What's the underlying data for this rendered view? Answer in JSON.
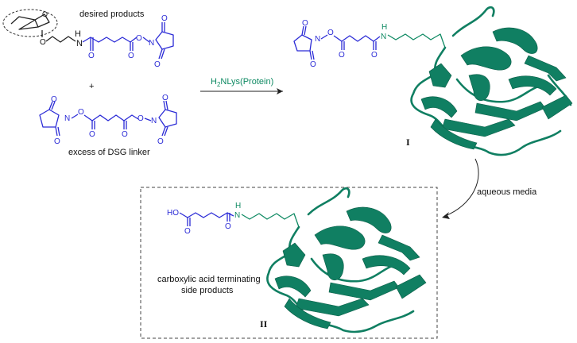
{
  "labels": {
    "desired_products": "desired products",
    "plus": "+",
    "excess_linker": "excess of DSG linker",
    "reagent_prefix": "H",
    "reagent_sub": "2",
    "reagent_suffix": "NLys(Protein)",
    "aqueous": "aqueous media",
    "side_products_line1": "carboxylic acid terminating",
    "side_products_line2": "side products",
    "roman_one": "I",
    "roman_two": "II"
  },
  "atoms": {
    "O": "O",
    "N": "N",
    "H": "H",
    "NH": "N",
    "HO": "HO"
  },
  "colors": {
    "linker": "#2b2bd6",
    "protein": "#107f62",
    "ink": "#222222"
  }
}
